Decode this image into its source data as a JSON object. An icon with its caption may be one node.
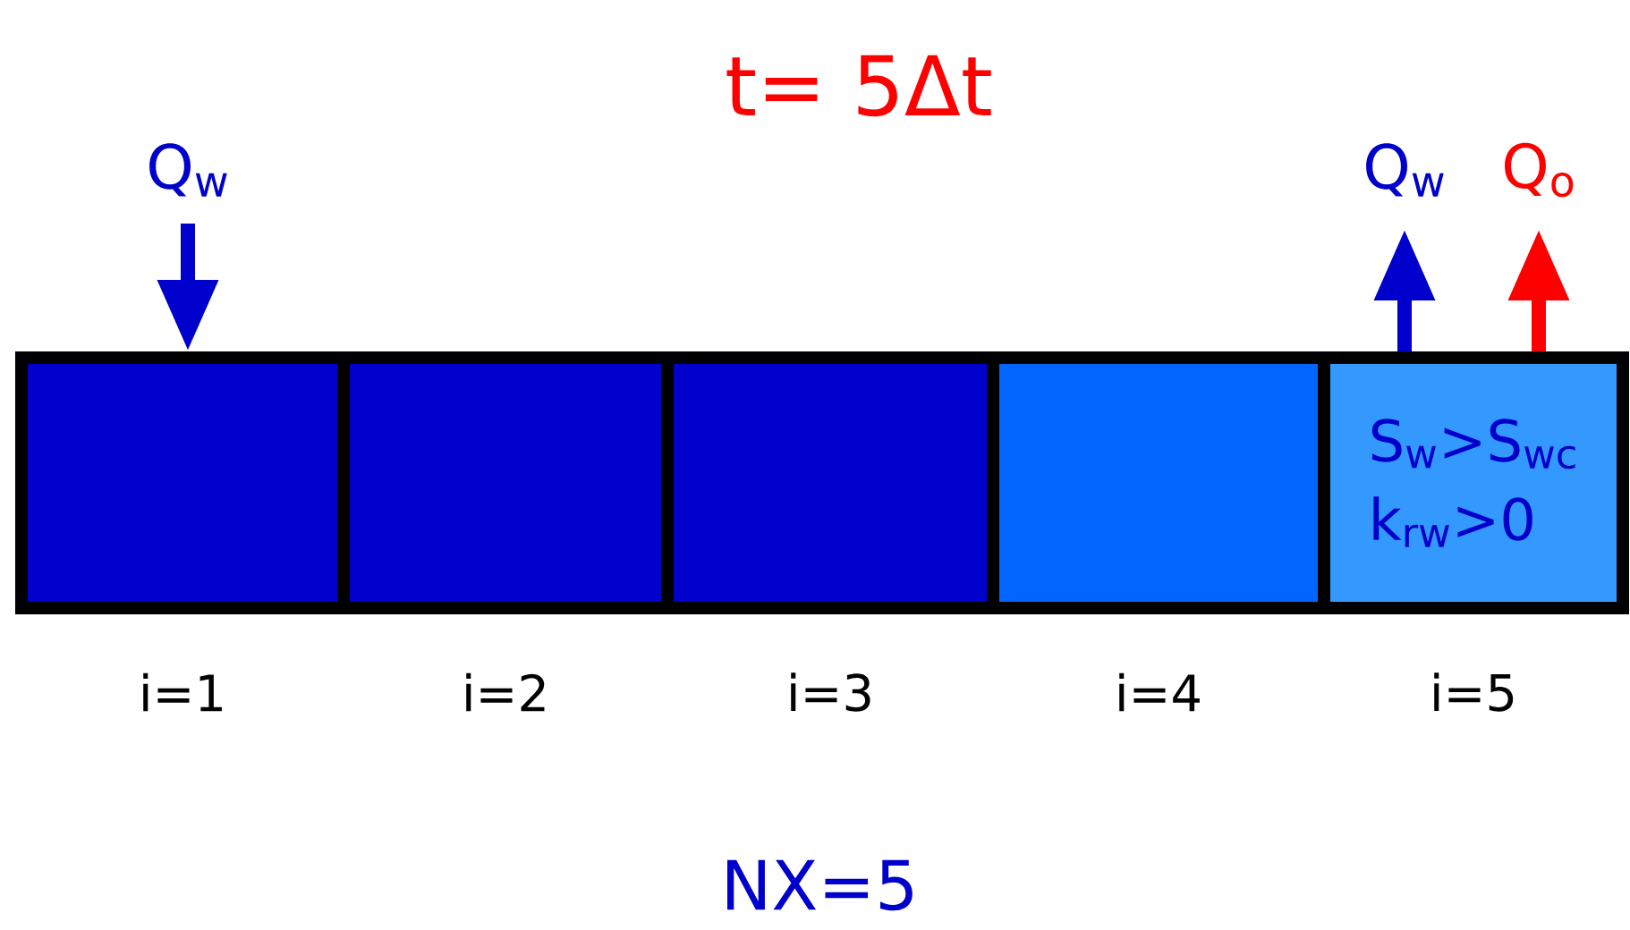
{
  "diagram": {
    "title": "t= 5Δt",
    "nodes": [
      {
        "text": [
          "Q$_{w}$"
        ]
      },
      {
        "text": [
          "Q$_{w}$"
        ]
      },
      {
        "text": [
          "Q$_{o}$"
        ]
      },
      {
        "text": [],
        "shape": "box",
        "beside": [
          "i=1"
        ]
      },
      {
        "text": [],
        "shape": "box",
        "beside": [
          "i=2"
        ]
      },
      {
        "text": [],
        "shape": "box",
        "beside": [
          "i=3"
        ]
      },
      {
        "text": [],
        "shape": "box",
        "beside": [
          "i=4"
        ]
      },
      {
        "text": [
          "S$_{w}$>S$_{wc}$",
          "k$_{rw}$>0"
        ],
        "beside": [
          "i=5"
        ]
      }
    ],
    "edges": [
      {
        "from": 0,
        "to": 3,
        "arrow": "to"
      },
      {
        "from": 7,
        "to": 1,
        "arrow": "to"
      },
      {
        "from": 7,
        "to": 2,
        "arrow": "to",
        "color": "#ff0000"
      }
    ],
    "labels": [
      "NX=5"
    ]
  }
}
